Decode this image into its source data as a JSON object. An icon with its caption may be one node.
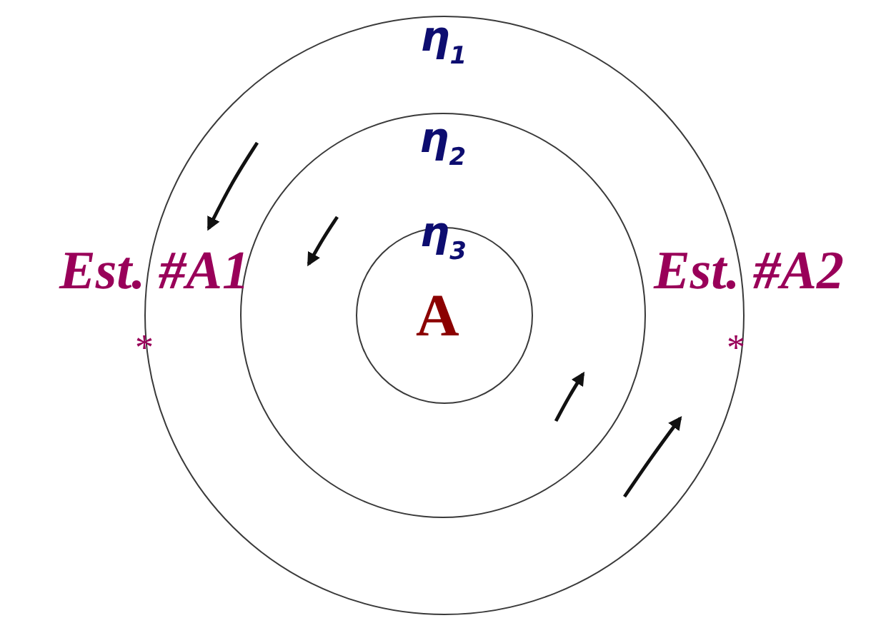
{
  "diagram": {
    "nodes": [
      {
        "text": [
          "η$_{1}$"
        ]
      },
      {
        "text": [
          "η$_{2}$"
        ],
        "in": 0
      },
      {
        "text": [
          "η$_{3}$",
          "A"
        ],
        "in": 1
      }
    ],
    "labels": [
      "Est. #A1",
      "Est. #A2",
      "*",
      "*"
    ]
  }
}
